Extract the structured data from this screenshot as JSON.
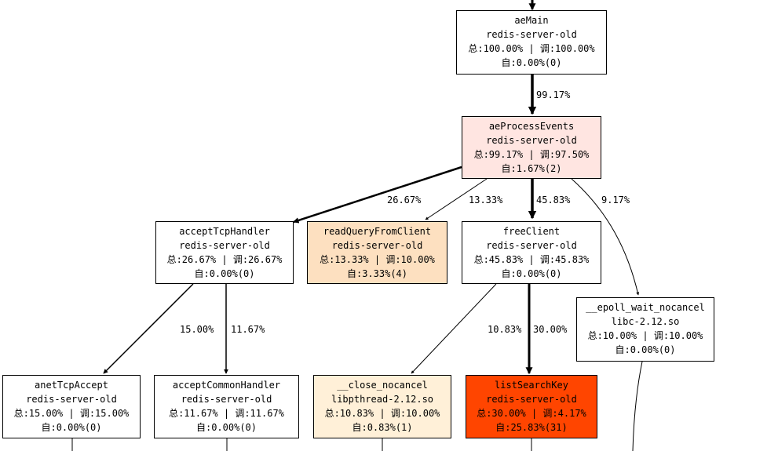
{
  "nodes": {
    "aeMain": {
      "name": "aeMain",
      "module": "redis-server-old",
      "totals": "总:100.00% | 调:100.00%",
      "self": "自:0.00%(0)",
      "fill": "#ffffff"
    },
    "aeProcessEvents": {
      "name": "aeProcessEvents",
      "module": "redis-server-old",
      "totals": "总:99.17% | 调:97.50%",
      "self": "自:1.67%(2)",
      "fill": "#ffe5e1"
    },
    "acceptTcpHandler": {
      "name": "acceptTcpHandler",
      "module": "redis-server-old",
      "totals": "总:26.67% | 调:26.67%",
      "self": "自:0.00%(0)",
      "fill": "#ffffff"
    },
    "readQueryFromClient": {
      "name": "readQueryFromClient",
      "module": "redis-server-old",
      "totals": "总:13.33% | 调:10.00%",
      "self": "自:3.33%(4)",
      "fill": "#fde0c0"
    },
    "freeClient": {
      "name": "freeClient",
      "module": "redis-server-old",
      "totals": "总:45.83% | 调:45.83%",
      "self": "自:0.00%(0)",
      "fill": "#ffffff"
    },
    "epollWaitNocancel": {
      "name": "__epoll_wait_nocancel",
      "module": "libc-2.12.so",
      "totals": "总:10.00% | 调:10.00%",
      "self": "自:0.00%(0)",
      "fill": "#ffffff"
    },
    "anetTcpAccept": {
      "name": "anetTcpAccept",
      "module": "redis-server-old",
      "totals": "总:15.00% | 调:15.00%",
      "self": "自:0.00%(0)",
      "fill": "#ffffff"
    },
    "acceptCommonHandler": {
      "name": "acceptCommonHandler",
      "module": "redis-server-old",
      "totals": "总:11.67% | 调:11.67%",
      "self": "自:0.00%(0)",
      "fill": "#ffffff"
    },
    "closeNocancel": {
      "name": "__close_nocancel",
      "module": "libpthread-2.12.so",
      "totals": "总:10.83% | 调:10.00%",
      "self": "自:0.83%(1)",
      "fill": "#fff0d8"
    },
    "listSearchKey": {
      "name": "listSearchKey",
      "module": "redis-server-old",
      "totals": "总:30.00% | 调:4.17%",
      "self": "自:25.83%(31)",
      "fill": "#ff4500"
    }
  },
  "edges": {
    "main_process": "99.17%",
    "process_accept": "26.67%",
    "process_read": "13.33%",
    "process_free": "45.83%",
    "process_epoll": "9.17%",
    "accept_anet": "15.00%",
    "accept_common": "11.67%",
    "free_close": "10.83%",
    "free_list": "30.00%"
  }
}
